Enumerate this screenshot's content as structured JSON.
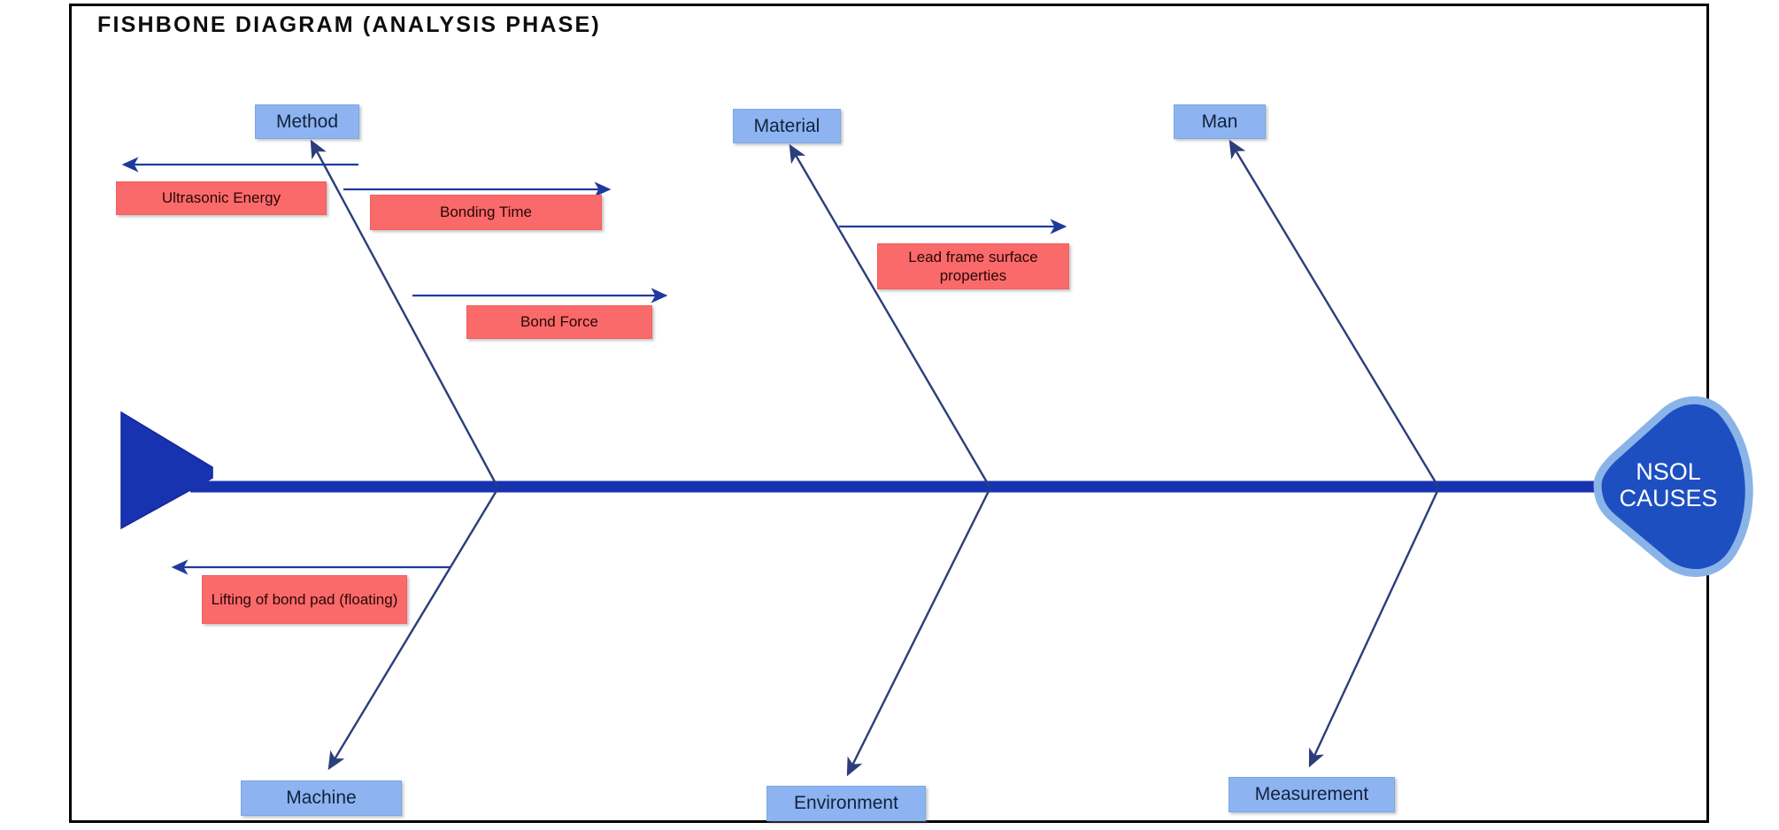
{
  "page": {
    "title": "FISHBONE DIAGRAM (ANALYSIS PHASE)",
    "background": "#ffffff",
    "frame_color": "#000000"
  },
  "colors": {
    "category_box_fill": "#8db4f0",
    "cause_box_fill": "#fa6a6a",
    "spine_color": "#1733b0",
    "rib_color": "#2b3d7a",
    "head_fill": "#1e4fc1",
    "head_outline": "#8ab4e8",
    "head_text": "#ffffff",
    "title_color": "#0d0d0d"
  },
  "fish": {
    "head": {
      "line1": "NSOL",
      "line2": "CAUSES",
      "shape": "rounded-triangle-left"
    },
    "tail": {
      "shape": "triangle-right"
    },
    "spine": {
      "label": "main-spine"
    }
  },
  "categories": [
    {
      "id": "method",
      "label": "Method",
      "position": "top"
    },
    {
      "id": "material",
      "label": "Material",
      "position": "top"
    },
    {
      "id": "man",
      "label": "Man",
      "position": "top"
    },
    {
      "id": "machine",
      "label": "Machine",
      "position": "bottom"
    },
    {
      "id": "environment",
      "label": "Environment",
      "position": "bottom"
    },
    {
      "id": "measurement",
      "label": "Measurement",
      "position": "bottom"
    }
  ],
  "causes": [
    {
      "id": "ultrasonic-energy",
      "label": "Ultrasonic Energy",
      "category": "method",
      "arrow": "left"
    },
    {
      "id": "bonding-time",
      "label": "Bonding Time",
      "category": "method",
      "arrow": "right"
    },
    {
      "id": "bond-force",
      "label": "Bond Force",
      "category": "method",
      "arrow": "right"
    },
    {
      "id": "lead-frame-surface",
      "label": "Lead frame surface properties",
      "category": "material",
      "arrow": "right"
    },
    {
      "id": "lifting-bond-pad",
      "label": "Lifting of bond pad (floating)",
      "category": "machine",
      "arrow": "left"
    }
  ]
}
